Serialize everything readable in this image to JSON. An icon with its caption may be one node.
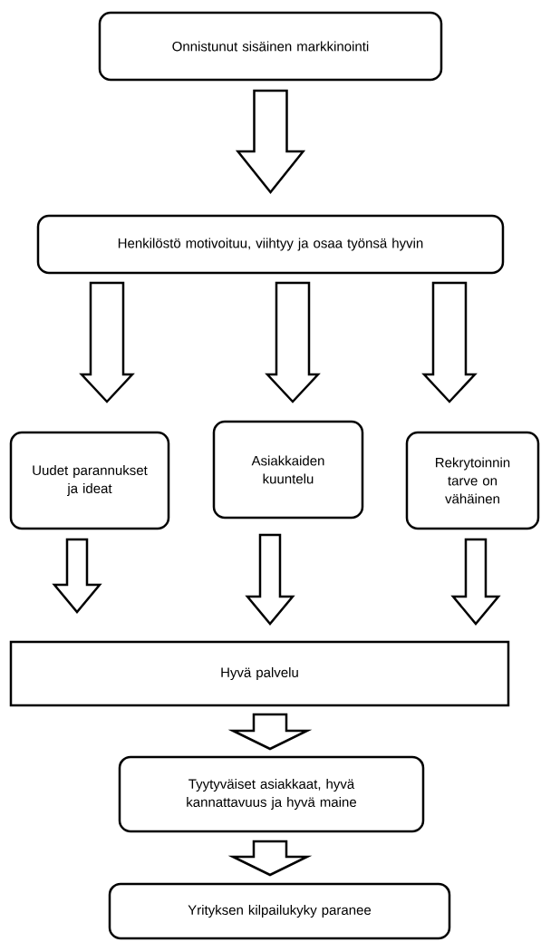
{
  "diagram": {
    "nodes": [
      {
        "text": [
          "Onnistunut sisäinen markkinointi"
        ]
      },
      {
        "text": [
          "Henkilöstö motivoituu, viihtyy ja osaa työnsä hyvin"
        ]
      },
      {
        "text": [
          "Uudet parannukset ja ideat"
        ]
      },
      {
        "text": [
          "Asiakkaiden kuuntelu"
        ]
      },
      {
        "text": [
          "Rekrytoinnin tarve on vähäinen"
        ]
      },
      {
        "text": [
          "Hyvä palvelu"
        ]
      },
      {
        "text": [
          "Tyytyväiset asiakkaat, hyvä kannattavuus ja hyvä maine"
        ]
      },
      {
        "text": [
          "Yrityksen kilpailukyky paranee"
        ]
      }
    ],
    "edges": [
      {
        "from": 0,
        "to": 1,
        "arrow": "to"
      },
      {
        "from": 1,
        "to": 2,
        "arrow": "to"
      },
      {
        "from": 1,
        "to": 3,
        "arrow": "to"
      },
      {
        "from": 1,
        "to": 4,
        "arrow": "to"
      },
      {
        "from": 2,
        "to": 5,
        "arrow": "to"
      },
      {
        "from": 3,
        "to": 5,
        "arrow": "to"
      },
      {
        "from": 4,
        "to": 5,
        "arrow": "to"
      },
      {
        "from": 5,
        "to": 6,
        "arrow": "to"
      },
      {
        "from": 6,
        "to": 7,
        "arrow": "to"
      }
    ]
  }
}
